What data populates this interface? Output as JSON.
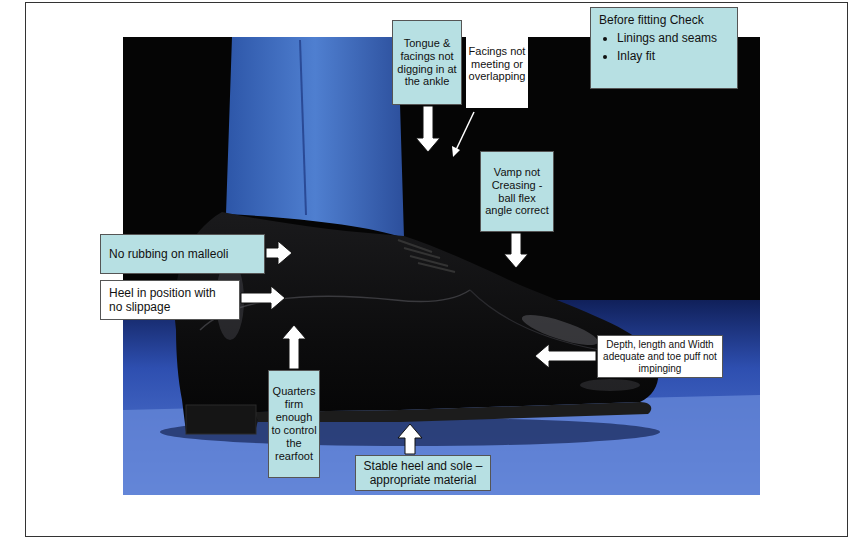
{
  "diagram": {
    "nodes": [
      {
        "text": [
          "Tongue & facings not digging in at the ankle"
        ]
      },
      {
        "text": [
          "Facings not meeting or overlapping"
        ]
      },
      {
        "text": [
          "Before fitting Check",
          "Linings and seams",
          "Inlay fit"
        ]
      },
      {
        "text": [
          "Vamp not Creasing - ball flex angle correct"
        ]
      },
      {
        "text": [
          "No rubbing on malleoli"
        ]
      },
      {
        "text": [
          "Heel in position with no slippage"
        ]
      },
      {
        "text": [
          "Depth, length and Width adequate and toe puff not impinging"
        ]
      },
      {
        "text": [
          "Quarters firm enough to control the rearfoot"
        ]
      },
      {
        "text": [
          "Stable heel and sole –appropriate material"
        ]
      }
    ]
  }
}
